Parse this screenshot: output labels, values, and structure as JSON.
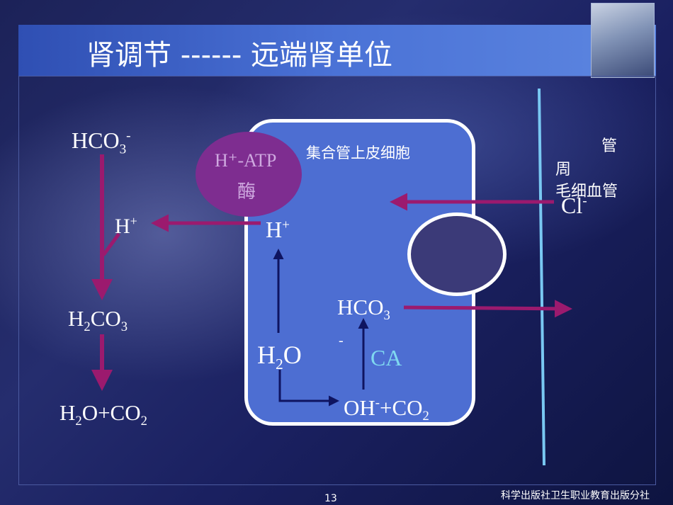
{
  "slide": {
    "title": "肾调节 ------ 远端肾单位",
    "page_number": "13",
    "publisher": "科学出版社卫生职业教育出版分社"
  },
  "diagram": {
    "cell_label": "集合管上皮细胞",
    "pump_label_line1": "H⁺-ATP",
    "pump_label_line2": "酶",
    "capillary_label_line1": "管",
    "capillary_label_line2": "周",
    "capillary_label_line3": "毛细血管",
    "chloride": {
      "base": "Cl",
      "sup": "-"
    },
    "cell_proton": {
      "base": "H",
      "sup": "+"
    },
    "cell_bicarbonate": {
      "base": "HCO",
      "sub": "3",
      "charge": "-"
    },
    "cell_water": {
      "base": "H",
      "sub": "2",
      "rest": "O"
    },
    "enzyme": "CA",
    "cell_products": {
      "oh": "OH",
      "oh_sup": "-",
      "plus_co": "+CO",
      "sub": "2"
    },
    "lumen_bicarbonate": {
      "base": "HCO",
      "sub": "3",
      "sup": "-"
    },
    "lumen_proton": {
      "base": "H",
      "sup": "+"
    },
    "lumen_carbonic_acid": {
      "h": "H",
      "sub1": "2",
      "co": "CO",
      "sub2": "3"
    },
    "lumen_products": {
      "h": "H",
      "sub1": "2",
      "o_plus_co": "O+CO",
      "sub2": "2"
    }
  },
  "colors": {
    "cell_fill": "#4d6ed2",
    "pump_fill": "#7e2d90",
    "arrow_magenta": "#9b1a6e",
    "arrow_navy": "#0f1460",
    "capillary_line": "#79c8f2",
    "enzyme_text": "#7fd8f0"
  }
}
